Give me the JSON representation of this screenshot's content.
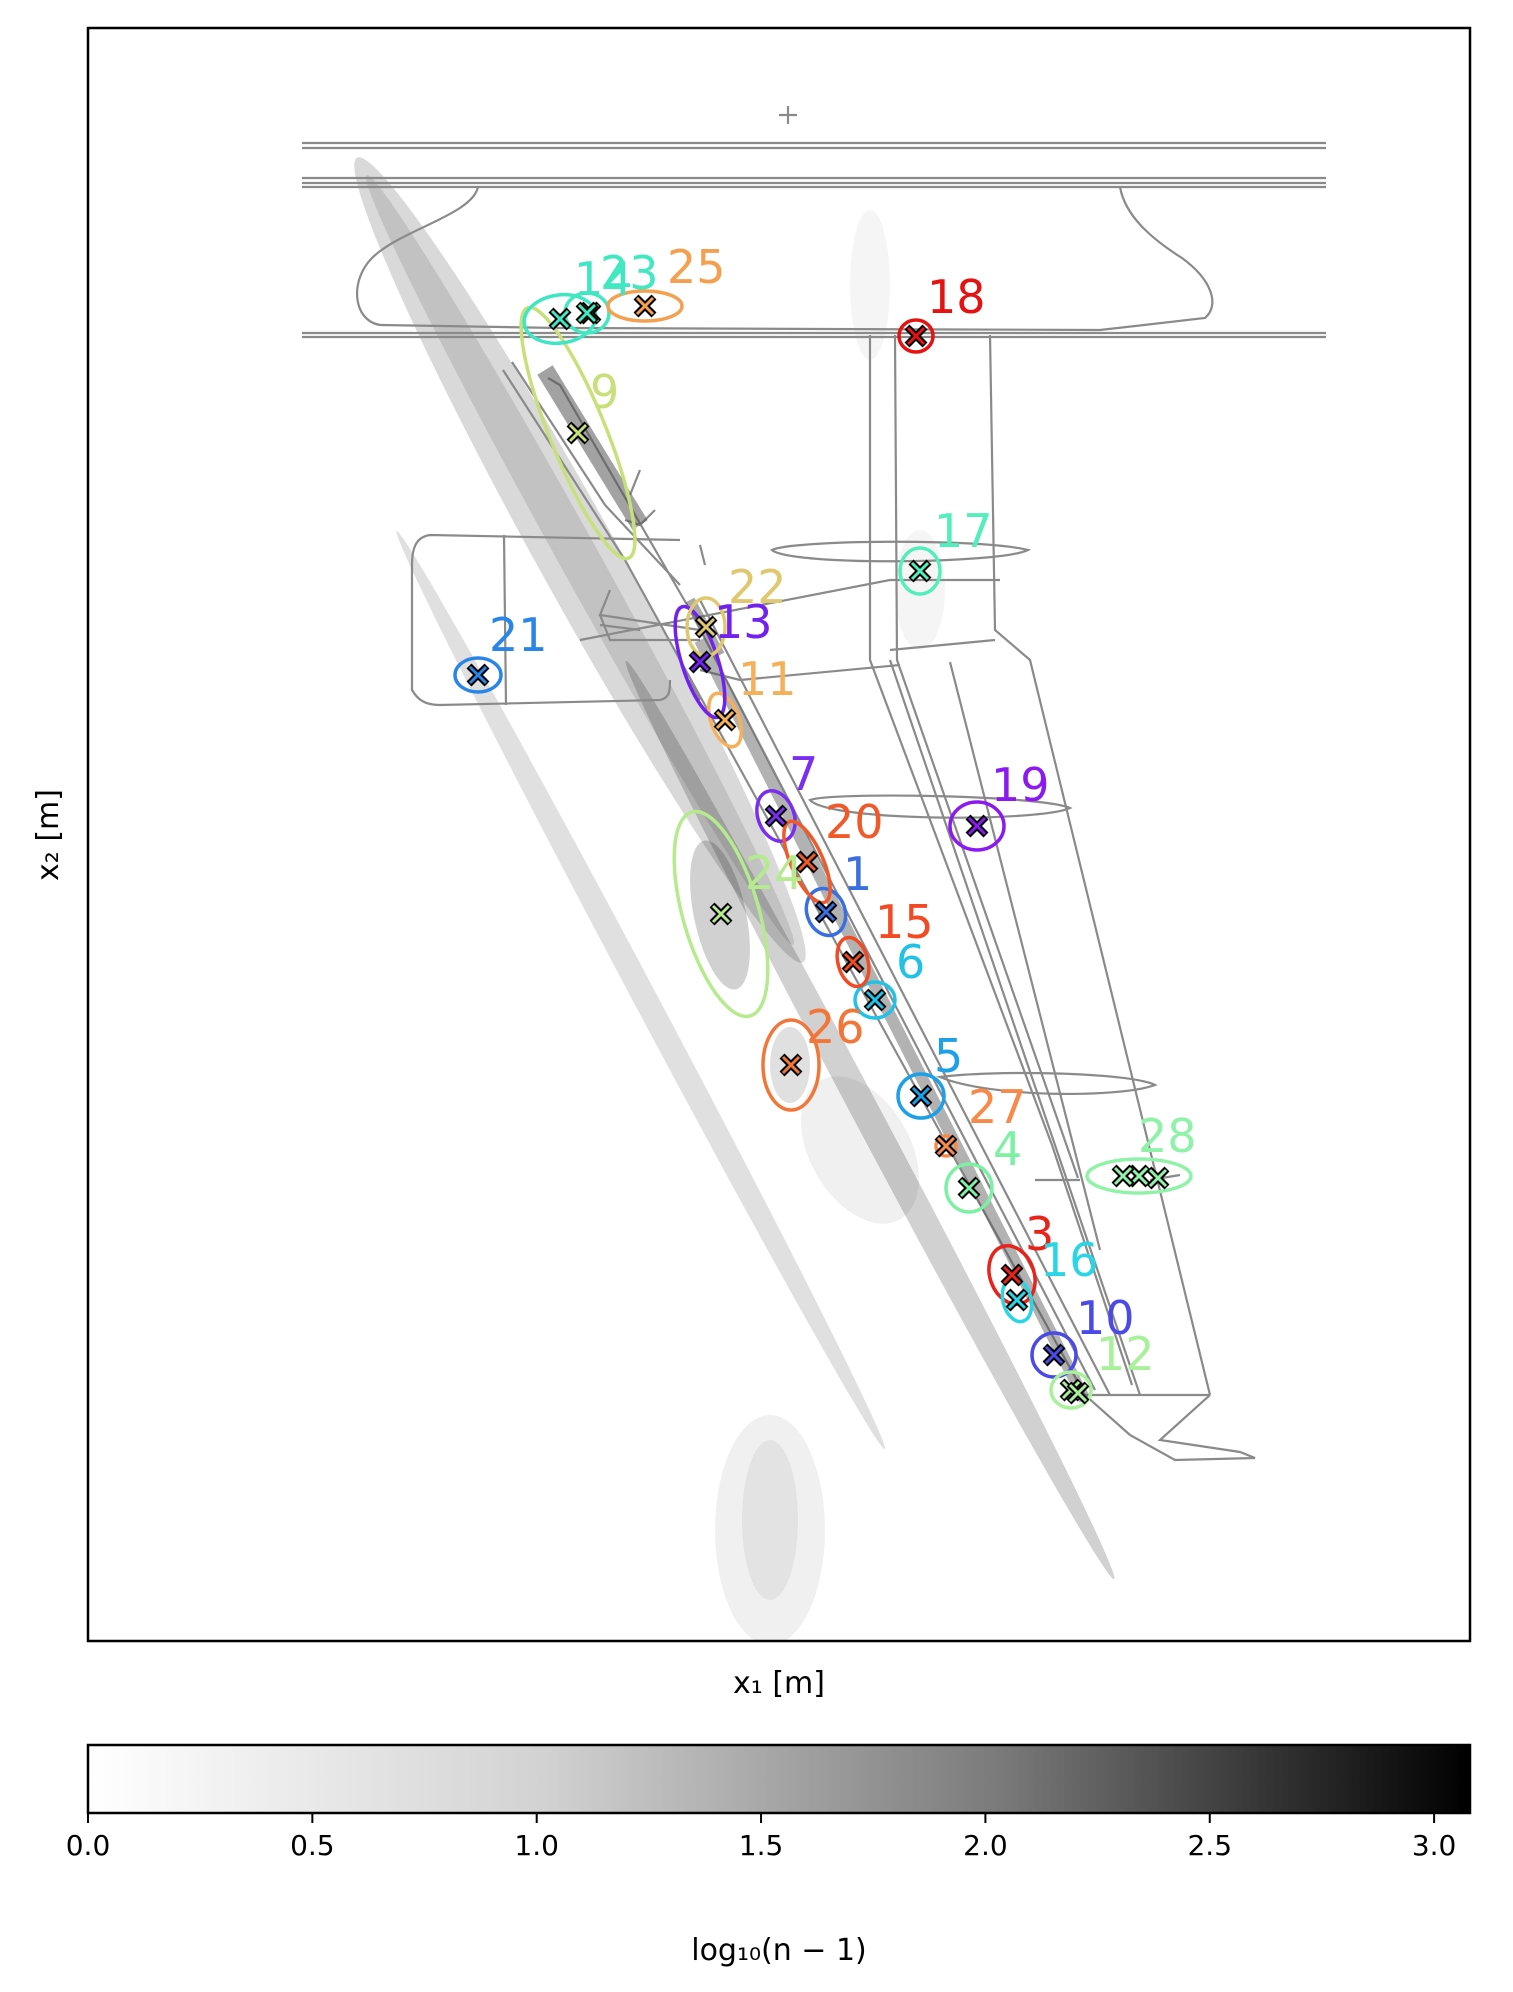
{
  "chart_data": {
    "type": "scatter",
    "xlabel": "x₁ [m]",
    "ylabel": "x₂ [m]",
    "colorbar": {
      "label": "log₁₀(n − 1)",
      "range": [
        0.0,
        3.08
      ],
      "ticks": [
        "0.0",
        "0.5",
        "1.0",
        "1.5",
        "2.0",
        "2.5",
        "3.0"
      ],
      "colormap": "Greys"
    },
    "grid": false,
    "marker": "x",
    "sources": [
      {
        "id": "1",
        "color": "#3a6fe0"
      },
      {
        "id": "3",
        "color": "#e8231a"
      },
      {
        "id": "4",
        "color": "#7ef0a4"
      },
      {
        "id": "5",
        "color": "#1ea0e8"
      },
      {
        "id": "6",
        "color": "#22c2e6"
      },
      {
        "id": "7",
        "color": "#7a2ff0"
      },
      {
        "id": "9",
        "color": "#c8e07a"
      },
      {
        "id": "10",
        "color": "#4a4ae6"
      },
      {
        "id": "11",
        "color": "#f5b05a"
      },
      {
        "id": "12",
        "color": "#a8f09a"
      },
      {
        "id": "13",
        "color": "#7222ee"
      },
      {
        "id": "14",
        "color": "#3ee6c4"
      },
      {
        "id": "15",
        "color": "#f24a22"
      },
      {
        "id": "16",
        "color": "#2ad6e6"
      },
      {
        "id": "17",
        "color": "#52eebb"
      },
      {
        "id": "18",
        "color": "#e61212"
      },
      {
        "id": "19",
        "color": "#8a1af0"
      },
      {
        "id": "20",
        "color": "#f05a2a"
      },
      {
        "id": "21",
        "color": "#2a86e6"
      },
      {
        "id": "22",
        "color": "#e0c870"
      },
      {
        "id": "23",
        "color": "#42e8c0"
      },
      {
        "id": "24",
        "color": "#b6ea8e"
      },
      {
        "id": "25",
        "color": "#f5a050"
      },
      {
        "id": "26",
        "color": "#f27638"
      },
      {
        "id": "27",
        "color": "#f78a48"
      },
      {
        "id": "28",
        "color": "#90f2a8"
      }
    ]
  }
}
